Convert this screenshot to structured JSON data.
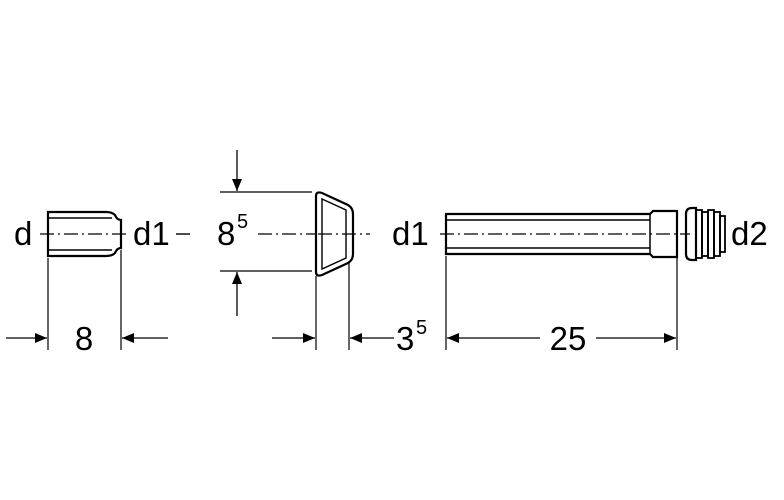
{
  "labels": {
    "d_left": "d",
    "d1_left": "d1",
    "d1_right": "d1",
    "d2": "d2"
  },
  "dimensions": {
    "sleeve_length": "8",
    "cone_diameter_base": "8",
    "cone_diameter_exp": "5",
    "cone_gap_base": "3",
    "cone_gap_exp": "5",
    "pipe_length": "25"
  },
  "colors": {
    "line": "#000000",
    "background": "#ffffff"
  }
}
